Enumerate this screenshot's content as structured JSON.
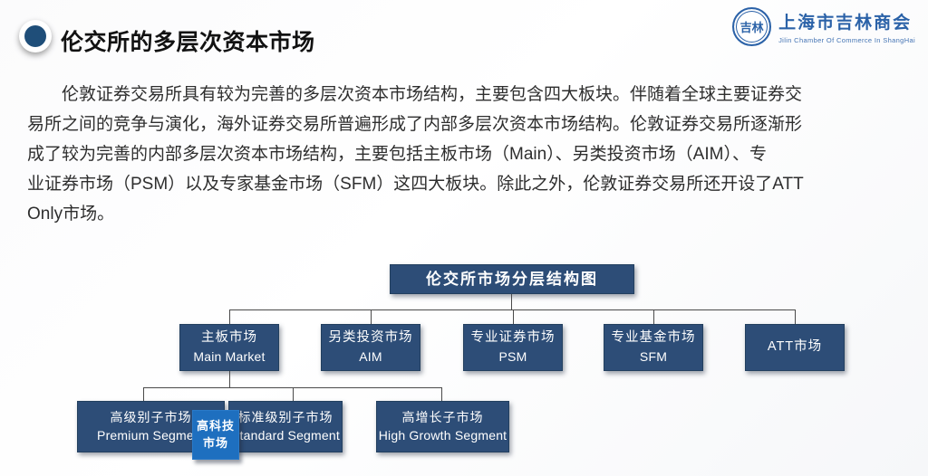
{
  "header": {
    "title": "伦交所的多层次资本市场",
    "logo": {
      "badge_text": "吉林",
      "name": "上海市吉林商会",
      "subtitle": "Jilin Chamber Of Commerce In ShangHai"
    }
  },
  "paragraph": {
    "lines": [
      "　　伦敦证券交易所具有较为完善的多层次资本市场结构，主要包含四大板块。伴随着全球主要证券交",
      "易所之间的竞争与演化，海外证券交易所普遍形成了内部多层次资本市场结构。伦敦证券交易所逐渐形",
      "成了较为完善的内部多层次资本市场结构，主要包括主板市场（Main）、另类投资市场（AIM）、专",
      "业证券市场（PSM）以及专家基金市场（SFM）这四大板块。除此之外，伦敦证券交易所还开设了ATT",
      "Only市场。"
    ]
  },
  "chart": {
    "type": "hierarchy-diagram",
    "root": "伦交所市场分层结构图",
    "level2": [
      {
        "zh": "主板市场",
        "en": "Main Market"
      },
      {
        "zh": "另类投资市场",
        "en": "AIM"
      },
      {
        "zh": "专业证券市场",
        "en": "PSM"
      },
      {
        "zh": "专业基金市场",
        "en": "SFM"
      },
      {
        "zh": "ATT市场",
        "en": ""
      }
    ],
    "level3": [
      {
        "zh": "高级别子市场",
        "en": "Premium Segment"
      },
      {
        "zh": "标准级别子市场",
        "en": "Standard Segment"
      },
      {
        "zh": "高增长子市场",
        "en": "High Growth Segment"
      }
    ],
    "highlight": {
      "line1": "高科技",
      "line2": "市场"
    },
    "colors": {
      "box_navy": "#2d4d77",
      "box_highlight_blue": "#1e6fbf",
      "connector_line": "#4a4a4a",
      "title_circle": "#1f4e79",
      "logo_blue": "#2b62a8"
    }
  }
}
